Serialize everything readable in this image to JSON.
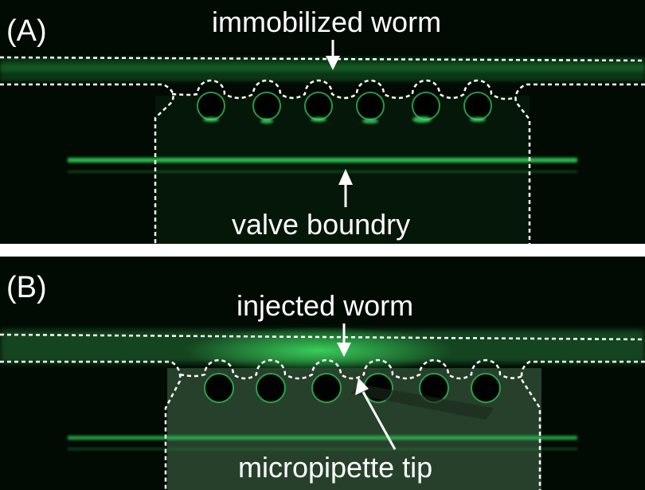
{
  "panels": [
    {
      "label": "(A)",
      "top_label": "immobilized worm",
      "bottom_label": "valve boundry"
    },
    {
      "label": "(B)",
      "top_label": "injected worm",
      "bottom_label": "micropipette tip"
    }
  ],
  "colors": {
    "background": "#020a04",
    "fluorescence": "#33d65a",
    "annotation": "#ffffff",
    "separator": "#ffffff"
  }
}
